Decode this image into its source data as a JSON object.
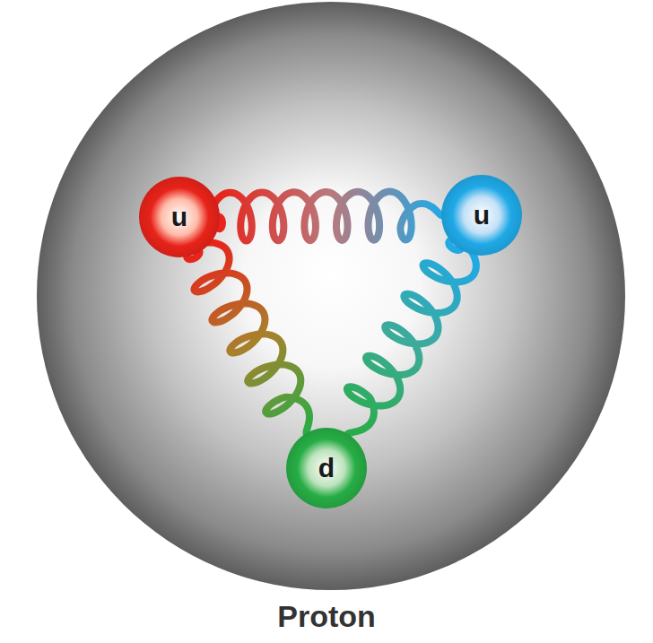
{
  "diagram": {
    "caption": "Proton",
    "nodes": [
      {
        "text": [
          "u"
        ]
      },
      {
        "text": [
          "u"
        ]
      },
      {
        "text": [
          "d"
        ]
      }
    ],
    "edges": [
      {
        "from": 0,
        "to": 1,
        "arrow": "none"
      },
      {
        "from": 0,
        "to": 2,
        "arrow": "none"
      },
      {
        "from": 1,
        "to": 2,
        "arrow": "none"
      }
    ]
  }
}
